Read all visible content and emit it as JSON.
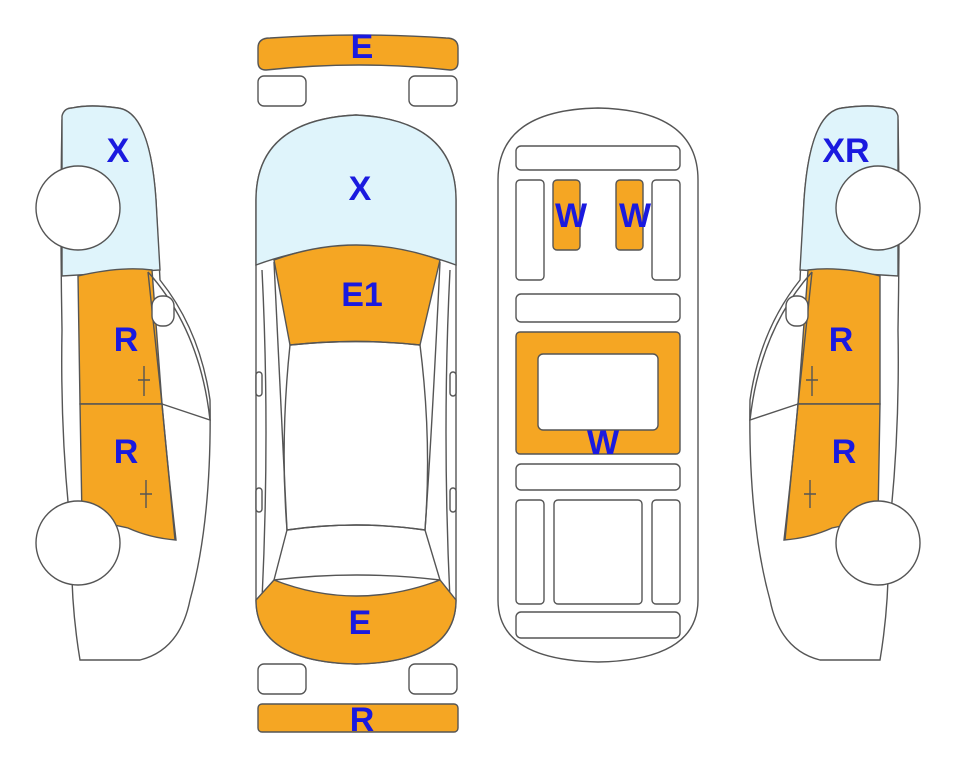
{
  "colors": {
    "damage_fill": "#f5a623",
    "glass_fill": "#dff4fb",
    "outline": "#555555",
    "label": "#1a1adf",
    "background": "#ffffff"
  },
  "labels": {
    "front_bumper": "E",
    "rear_bumper": "R",
    "windshield": "X",
    "hood": "E1",
    "rear_trunk": "E",
    "interior_seat_left": "W",
    "interior_seat_right": "W",
    "interior_center": "W",
    "left_windshield": "X",
    "left_front_door": "R",
    "left_rear_door": "R",
    "right_windshield": "XR",
    "right_front_door": "R",
    "right_rear_door": "R"
  }
}
